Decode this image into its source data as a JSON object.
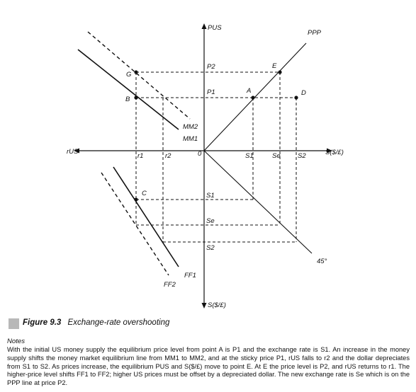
{
  "figure": {
    "axis_labels": {
      "p_us": "PUS",
      "r_us": "rUS",
      "s_right": "S($/£)",
      "s_down": "S($/£)",
      "origin": "0"
    },
    "curve_labels": {
      "ppp": "PPP",
      "mm1": "MM1",
      "mm2": "MM2",
      "ff1": "FF1",
      "ff2": "FF2",
      "deg45": "45°"
    },
    "tick_labels": {
      "p1": "P1",
      "p2": "P2",
      "r1": "r1",
      "r2": "r2",
      "s1_h": "S1",
      "se_h": "Se",
      "s2_h": "S2",
      "s1_v": "S1",
      "se_v": "Se",
      "s2_v": "S2"
    },
    "points": {
      "a": "A",
      "b": "B",
      "c": "C",
      "d": "D",
      "e": "E",
      "g": "G"
    }
  },
  "caption": {
    "number": "Figure 9.3",
    "title": "Exchange-rate overshooting"
  },
  "notes": {
    "heading": "Notes",
    "body": "With the initial US money supply the equilibrium price level from point A is P1 and the exchange rate is S1. An increase in the money supply shifts the money market equilibrium line from MM1 to MM2, and at the sticky price P1, rUS falls to r2 and the dollar depreciates from S1 to S2. As prices increase, the equilibrium PUS and S($/£) move to point E. At E the price level is P2, and rUS returns to r1. The higher-price level shifts FF1 to FF2; higher US prices must be offset by a depreciated dollar. The new exchange rate is Se which is on the PPP line at price P2."
  }
}
